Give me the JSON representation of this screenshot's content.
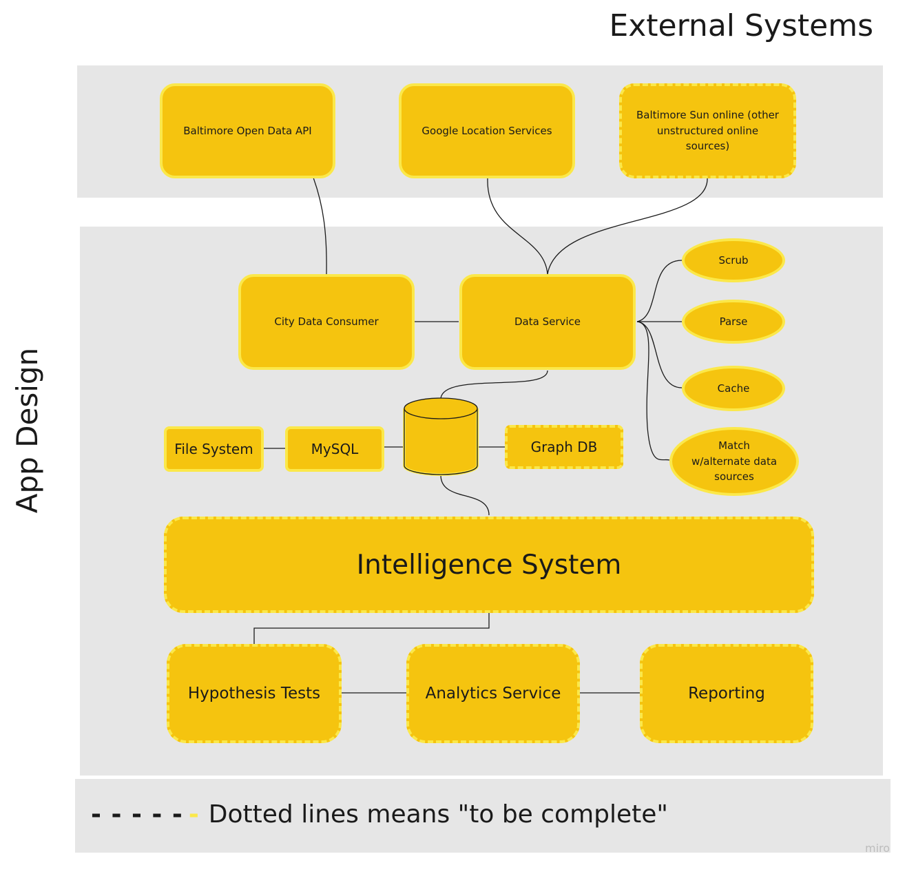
{
  "titles": {
    "external_systems": "External Systems",
    "app_design": "App Design"
  },
  "external": {
    "baltimore_open_data": "Baltimore Open Data API",
    "google_location": "Google Location Services",
    "baltimore_sun": "Baltimore Sun online (other unstructured online sources)"
  },
  "app": {
    "city_data_consumer": "City Data Consumer",
    "data_service": "Data Service",
    "scrub": "Scrub",
    "parse": "Parse",
    "cache": "Cache",
    "match": "Match w/alternate data sources",
    "file_system": "File System",
    "mysql": "MySQL",
    "graph_db": "Graph DB",
    "intelligence_system": "Intelligence System",
    "hypothesis_tests": "Hypothesis Tests",
    "analytics_service": "Analytics Service",
    "reporting": "Reporting"
  },
  "legend": {
    "dashes": "- - - - -",
    "dash_last": "-",
    "text": "Dotted lines means \"to be complete\""
  },
  "watermark": "miro",
  "colors": {
    "node_fill": "#f5c40f",
    "node_border": "#fbe84a",
    "frame_bg": "#e6e6e6",
    "link": "#1a1a1a"
  }
}
